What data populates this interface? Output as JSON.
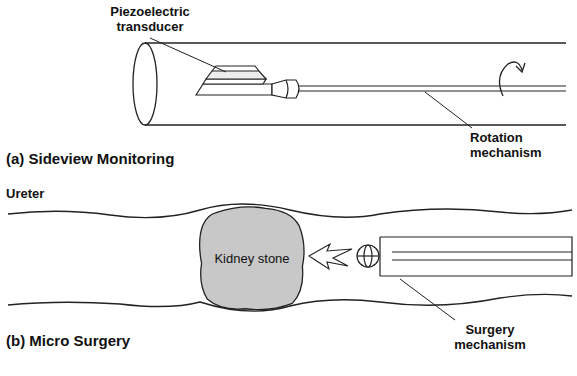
{
  "diagram": {
    "nodes": [
      {
        "text": [
          "Kidney stone"
        ]
      }
    ],
    "labels": [
      "Piezoelectric transducer",
      "Rotation mechanism",
      "(a) Sideview Monitoring",
      "Ureter",
      "Surgery mechanism",
      "(b) Micro Surgery"
    ]
  }
}
